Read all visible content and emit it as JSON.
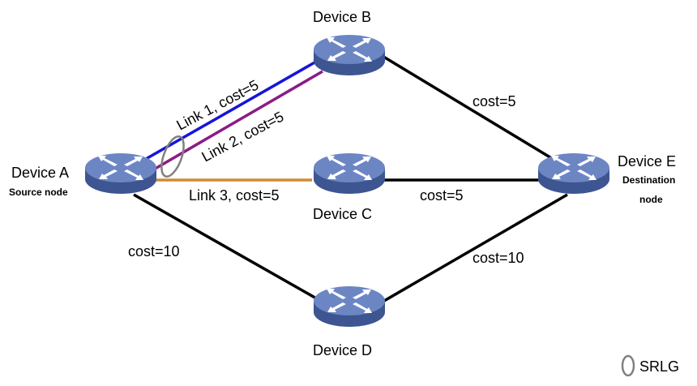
{
  "devices": {
    "a": {
      "name": "Device A",
      "role": "Source node"
    },
    "b": {
      "name": "Device B"
    },
    "c": {
      "name": "Device C"
    },
    "d": {
      "name": "Device D"
    },
    "e": {
      "name": "Device E",
      "role_line1": "Destination",
      "role_line2": "node"
    }
  },
  "links": {
    "link1": {
      "label": "Link 1, cost=5",
      "color": "#1515d8"
    },
    "link2": {
      "label": "Link 2, cost=5",
      "color": "#8a1c86"
    },
    "link3": {
      "label": "Link 3, cost=5",
      "color": "#d08a35"
    },
    "b_e": {
      "label": "cost=5",
      "color": "#000000"
    },
    "c_e": {
      "label": "cost=5",
      "color": "#000000"
    },
    "a_d": {
      "label": "cost=10",
      "color": "#000000"
    },
    "d_e": {
      "label": "cost=10",
      "color": "#000000"
    }
  },
  "legend": {
    "srlg_label": "SRLG",
    "srlg_color": "#808080"
  },
  "style": {
    "device_color": "#5f79b8",
    "device_side_color": "#3d5590"
  }
}
